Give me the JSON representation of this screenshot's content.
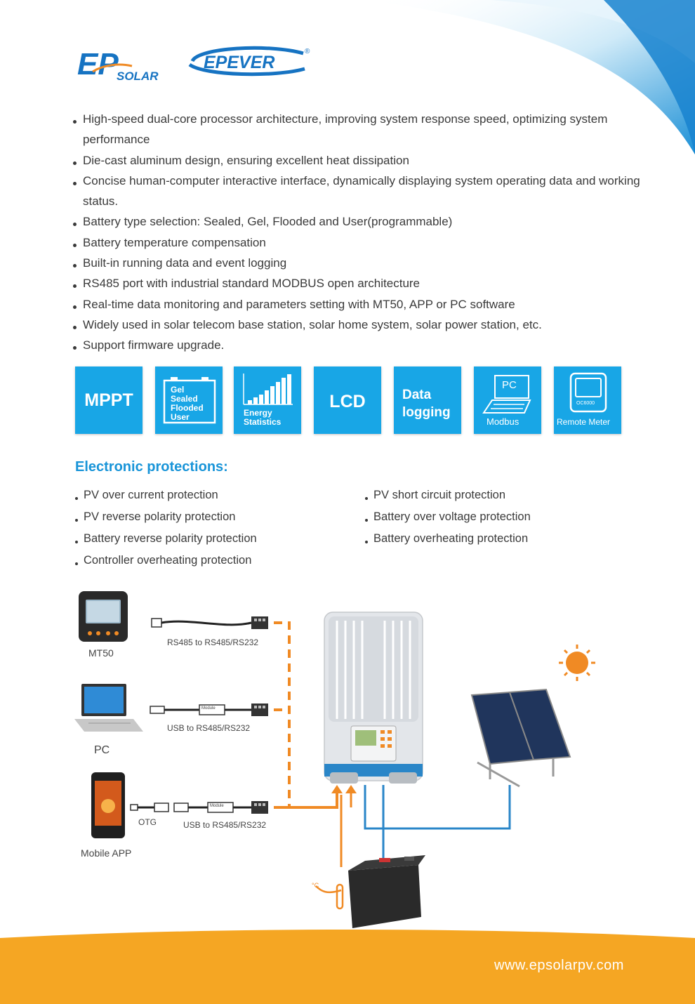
{
  "brand": {
    "logo_left_mark": "EP",
    "logo_left_text": "SOLAR",
    "logo_right_text": "EPEVER",
    "registered": "®"
  },
  "features": [
    "High-speed dual-core processor architecture, improving system response speed, optimizing system performance",
    "Die-cast aluminum design, ensuring excellent heat dissipation",
    "Concise human-computer interactive interface, dynamically displaying system operating data and working status.",
    "Battery type selection: Sealed, Gel, Flooded and User(programmable)",
    "Battery temperature compensation",
    "Built-in running data and event logging",
    "RS485 port with industrial standard MODBUS open architecture",
    "Real-time data monitoring and parameters setting with MT50, APP or PC software",
    "Widely used in solar telecom base station, solar home system, solar power station, etc.",
    "Support firmware upgrade."
  ],
  "icons": {
    "mppt": "MPPT",
    "battery_types": [
      "Gel",
      "Sealed",
      "Flooded",
      "User"
    ],
    "energy_line1": "Energy",
    "energy_line2": "Statistics",
    "lcd": "LCD",
    "data_line1": "Data",
    "data_line2": "logging",
    "pc_label": "PC",
    "modbus": "Modbus",
    "remote_meter": "Remote Meter",
    "remote_screen_text": "OC6000"
  },
  "protections": {
    "title": "Electronic protections:",
    "left": [
      "PV over current protection",
      "PV reverse polarity protection",
      "Battery reverse polarity protection",
      "Controller overheating protection"
    ],
    "right": [
      "PV short circuit  protection",
      "Battery over voltage protection",
      "Battery overheating protection"
    ]
  },
  "diagram": {
    "device_mt50": "MT50",
    "device_pc": "PC",
    "device_mobile": "Mobile APP",
    "cable1": "RS485 to RS485/RS232",
    "cable2": "USB to RS485/RS232",
    "cable3": "USB to RS485/RS232",
    "otg": "OTG",
    "module": "Module",
    "temp_symbol": "°C"
  },
  "colors": {
    "tile_blue": "#18a6e6",
    "title_blue": "#1894d8",
    "orange_line": "#f08a24",
    "blue_line": "#2a86c8",
    "footer_orange": "#f5a623"
  },
  "footer": {
    "url": "www.epsolarpv.com"
  }
}
